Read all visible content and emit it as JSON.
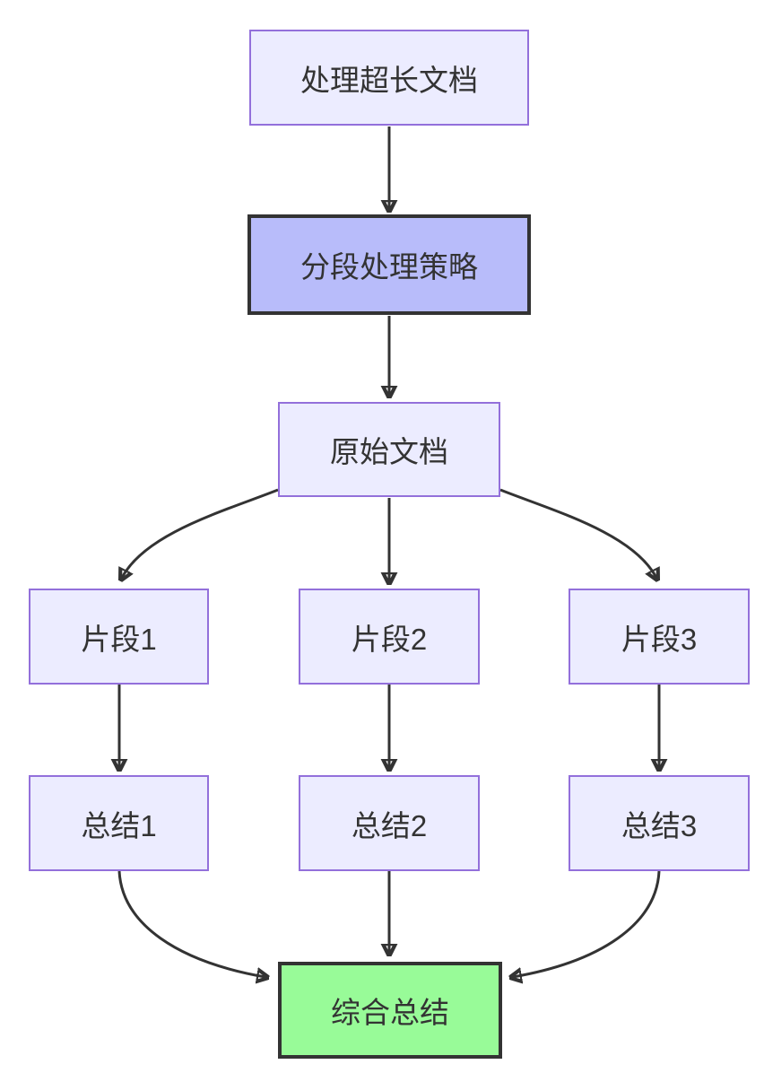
{
  "diagram": {
    "type": "flowchart",
    "direction": "top-down",
    "background_color": "#ffffff",
    "text_color": "#333333",
    "edge_color": "#333333",
    "nodes": {
      "doc_title": {
        "label": "处理超长文档",
        "fill": "#ECECFF",
        "stroke": "#9370DB"
      },
      "strategy": {
        "label": "分段处理策略",
        "fill": "#B8BCFA",
        "stroke": "#333333"
      },
      "source": {
        "label": "原始文档",
        "fill": "#ECECFF",
        "stroke": "#9370DB"
      },
      "fragment1": {
        "label": "片段1",
        "fill": "#ECECFF",
        "stroke": "#9370DB"
      },
      "fragment2": {
        "label": "片段2",
        "fill": "#ECECFF",
        "stroke": "#9370DB"
      },
      "fragment3": {
        "label": "片段3",
        "fill": "#ECECFF",
        "stroke": "#9370DB"
      },
      "summary1": {
        "label": "总结1",
        "fill": "#ECECFF",
        "stroke": "#9370DB"
      },
      "summary2": {
        "label": "总结2",
        "fill": "#ECECFF",
        "stroke": "#9370DB"
      },
      "summary3": {
        "label": "总结3",
        "fill": "#ECECFF",
        "stroke": "#9370DB"
      },
      "final": {
        "label": "综合总结",
        "fill": "#98FB98",
        "stroke": "#333333"
      }
    },
    "edges": [
      {
        "from": "处理超长文档",
        "to": "分段处理策略"
      },
      {
        "from": "分段处理策略",
        "to": "原始文档"
      },
      {
        "from": "原始文档",
        "to": "片段1"
      },
      {
        "from": "原始文档",
        "to": "片段2"
      },
      {
        "from": "原始文档",
        "to": "片段3"
      },
      {
        "from": "片段1",
        "to": "总结1"
      },
      {
        "from": "片段2",
        "to": "总结2"
      },
      {
        "from": "片段3",
        "to": "总结3"
      },
      {
        "from": "总结1",
        "to": "综合总结"
      },
      {
        "from": "总结2",
        "to": "综合总结"
      },
      {
        "from": "总结3",
        "to": "综合总结"
      }
    ]
  }
}
